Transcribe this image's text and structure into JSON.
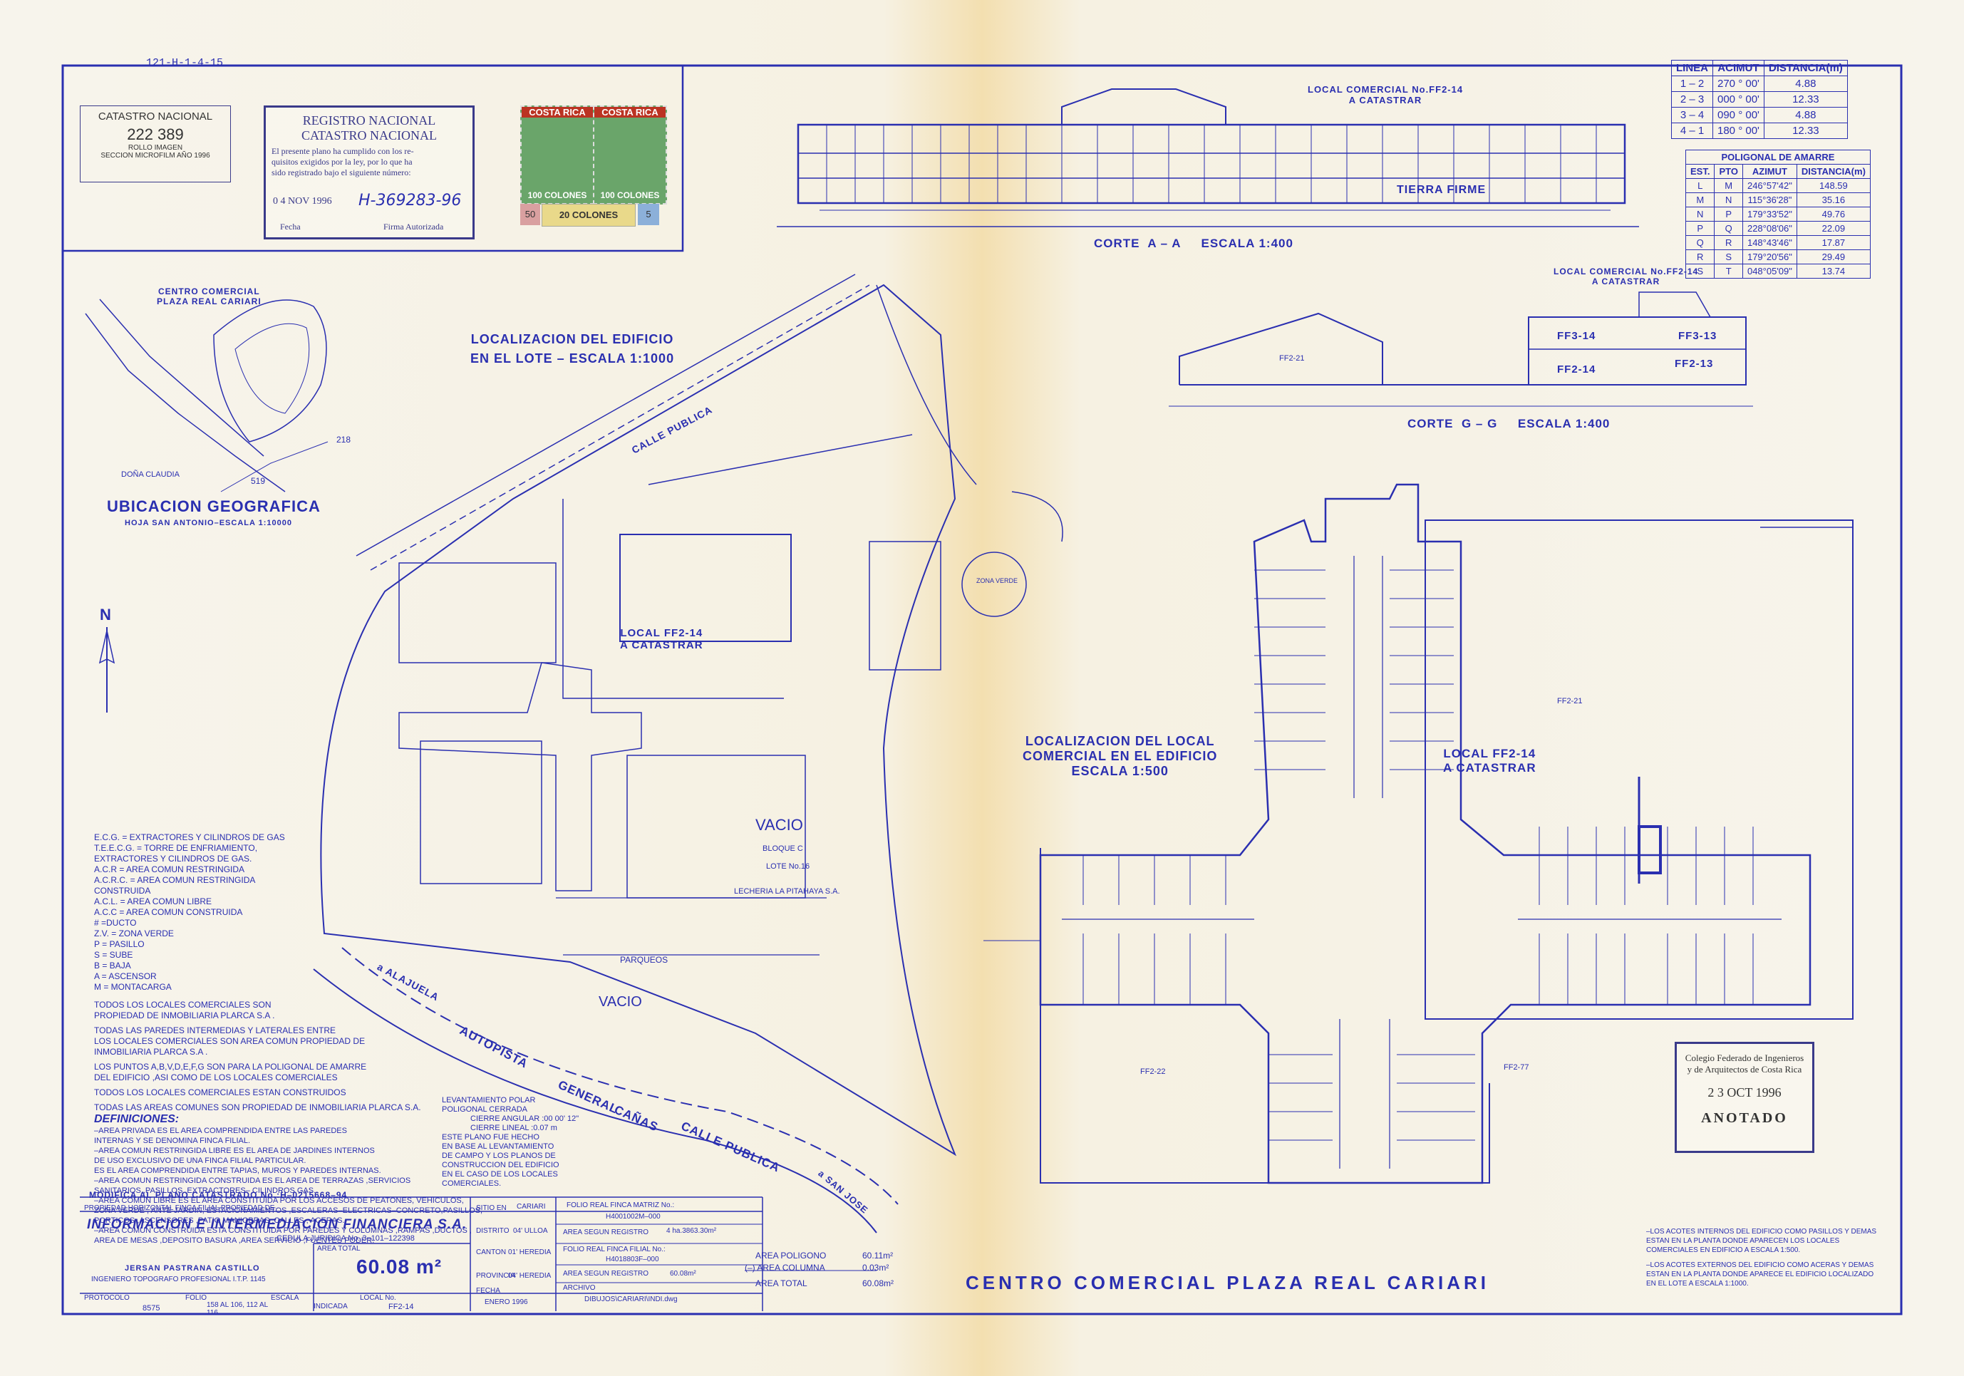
{
  "header_ref": "121-H-1-4-15",
  "catastro": {
    "title": "CATASTRO NACIONAL",
    "number": "222 389",
    "line1": "ROLLO IMAGEN",
    "line2": "SECCION MICROFILM AÑO 1996"
  },
  "registro_stamp": {
    "line1": "REGISTRO NACIONAL",
    "line2": "CATASTRO NACIONAL",
    "body1": "El presente plano ha cumplido con los re-",
    "body2": "quisitos exigidos por la ley, por lo que ha",
    "body3": "sido registrado bajo el siguiente número:",
    "date": "0 4 NOV 1996",
    "number": "H-369283-96",
    "fecha_label": "Fecha",
    "firma_label": "Firma Autorizada"
  },
  "stamps": {
    "country": "COSTA RICA",
    "value1": "100 COLONES",
    "value2": "100 COLONES",
    "value3": "20 COLONES",
    "value4": "50",
    "value5": "5"
  },
  "corte_aa": {
    "title": "CORTE  A – A     ESCALA 1:400",
    "local_label": "LOCAL COMERCIAL No.FF2-14",
    "local_sub": "A CATASTRAR",
    "tierra": "TIERRA FIRME"
  },
  "corte_gg": {
    "title": "CORTE  G – G     ESCALA 1:400",
    "local_label": "LOCAL COMERCIAL No.FF2-14",
    "local_sub": "A CATASTRAR",
    "ff314": "FF3-14",
    "ff313": "FF3-13",
    "ff214": "FF2-14",
    "ff213": "FF2-13",
    "ff221": "FF2-21"
  },
  "azimut_table": {
    "headers": [
      "LINEA",
      "ACIMUT",
      "DISTANCIA(m)"
    ],
    "rows": [
      [
        "1 – 2",
        "270 ° 00'",
        "4.88"
      ],
      [
        "2 – 3",
        "000 ° 00'",
        "12.33"
      ],
      [
        "3 – 4",
        "090 ° 00'",
        "4.88"
      ],
      [
        "4 – 1",
        "180 ° 00'",
        "12.33"
      ]
    ]
  },
  "poligonal_table": {
    "title": "POLIGONAL DE AMARRE",
    "headers": [
      "EST.",
      "PTO",
      "AZIMUT",
      "DISTANCIA(m)"
    ],
    "rows": [
      [
        "L",
        "M",
        "246°57'42\"",
        "148.59"
      ],
      [
        "M",
        "N",
        "115°36'28\"",
        "35.16"
      ],
      [
        "N",
        "P",
        "179°33'52\"",
        "49.76"
      ],
      [
        "P",
        "Q",
        "228°08'06\"",
        "22.09"
      ],
      [
        "Q",
        "R",
        "148°43'46\"",
        "17.87"
      ],
      [
        "R",
        "S",
        "179°20'56\"",
        "29.49"
      ],
      [
        "S",
        "T",
        "048°05'09\"",
        "13.74"
      ]
    ]
  },
  "ubicacion": {
    "map_title1": "CENTRO COMERCIAL",
    "map_title2": "PLAZA REAL CARIARI",
    "title": "UBICACION GEOGRAFICA",
    "subtitle": "HOJA SAN ANTONIO–ESCALA 1:10000",
    "doña": "DOÑA CLAUDIA",
    "n519": "519",
    "n218": "218"
  },
  "localizacion_edificio": {
    "line1": "LOCALIZACION DEL EDIFICIO",
    "line2": "EN EL LOTE – ESCALA 1:1000",
    "calle": "CALLE PUBLICA",
    "vacio1": "VACIO",
    "vacio2": "VACIO",
    "bloque": "BLOQUE C",
    "lote": "LOTE No.16",
    "lecheria": "LECHERIA LA PITAHAYA S.A.",
    "local": "LOCAL FF2-14",
    "local_sub": "A CATASTRAR",
    "zona_verde": "ZONA VERDE",
    "autopista": "AUTOPISTA",
    "general": "GENERAL",
    "canas": "CAÑAS",
    "calle2": "CALLE PUBLICA",
    "alajuela": "a ALAJUELA",
    "san_jose": "a SAN JOSE",
    "parqueos": "PARQUEOS"
  },
  "localizacion_local": {
    "line1": "LOCALIZACION DEL LOCAL",
    "line2": "COMERCIAL EN EL EDIFICIO",
    "line3": "ESCALA  1:500",
    "local": "LOCAL FF2-14",
    "local_sub": "A CATASTRAR",
    "ff221": "FF2-21",
    "ff222": "FF2-22",
    "ff277": "FF2-77"
  },
  "legend": {
    "lines": [
      "E.C.G. = EXTRACTORES Y CILINDROS DE GAS",
      "T.E.E.C.G. = TORRE DE ENFRIAMIENTO,",
      "EXTRACTORES Y CILINDROS DE GAS.",
      "A.C.R = AREA COMUN RESTRINGIDA",
      "A.C.R.C. = AREA COMUN RESTRINGIDA",
      "CONSTRUIDA",
      "A.C.L. = AREA COMUN LIBRE",
      "A.C.C = AREA COMUN CONSTRUIDA",
      "# =DUCTO",
      "Z.V. = ZONA VERDE",
      "P = PASILLO",
      "S = SUBE",
      "B = BAJA",
      "A = ASCENSOR",
      "M = MONTACARGA"
    ],
    "notes": [
      "TODOS LOS LOCALES COMERCIALES SON",
      "PROPIEDAD DE INMOBILIARIA PLARCA S.A .",
      "TODAS LAS PAREDES INTERMEDIAS Y LATERALES ENTRE",
      "LOS LOCALES COMERCIALES SON AREA COMUN PROPIEDAD DE",
      "INMOBILIARIA PLARCA S.A .",
      "LOS PUNTOS A,B,V,D,E,F,G SON PARA LA POLIGONAL DE AMARRE",
      "DEL EDIFICIO ,ASI COMO DE LOS LOCALES COMERCIALES",
      "TODOS LOS LOCALES COMERCIALES ESTAN CONSTRUIDOS",
      "TODAS LAS AREAS COMUNES SON PROPIEDAD DE INMOBILIARIA PLARCA S.A."
    ],
    "def_title": "DEFINICIONES:",
    "defs": [
      "–AREA PRIVADA ES EL AREA COMPRENDIDA ENTRE LAS PAREDES",
      "INTERNAS Y SE DENOMINA FINCA FILIAL.",
      "–AREA COMUN RESTRINGIDA LIBRE ES EL AREA DE JARDINES INTERNOS",
      "DE USO EXCLUSIVO DE UNA FINCA FILIAL PARTICULAR.",
      "ES EL AREA COMPRENDIDA ENTRE TAPIAS, MUROS Y PAREDES INTERNAS.",
      "–AREA COMUN RESTRINGIDA CONSTRUIDA ES EL AREA DE TERRAZAS ,SERVICIOS",
      "SANITARIOS ,PASILLOS ,EXTRACTORES– CILINDROS GAS.",
      "–AREA COMUN LIBRE ES EL AREA CONSTITUIDA POR LOS ACCESOS DE PEATONES, VEHICULOS,",
      "ZONA VERDE , ANTE JARDIN, ESTACIONAMIENTOS ,ESCALERAS–ELECTRICAS–CONCRETO,PASILLOS,",
      "PORTICOS ,ASCENSORES ,PATIO MANIOBRAS ,CALLES , ACERAS.",
      "–AREA COMUN CONSTRUIDA ESTA CONSTITUIDA POR PAREDES Y COLUMNAS ,RAMPAS ,DUCTOS ,",
      "AREA DE MESAS ,DEPOSITO BASURA ,AREA SERVICIO ,FUENTES PODER."
    ],
    "levant": [
      "LEVANTAMIENTO POLAR",
      "POLIGONAL CERRADA",
      "CIERRE ANGULAR :00 00' 12\"",
      "CIERRE LINEAL :0.07 m",
      "ESTE PLANO FUE HECHO",
      "EN BASE AL LEVANTAMIENTO",
      "DE CAMPO Y LOS PLANOS DE",
      "CONSTRUCCION DEL EDIFICIO",
      "EN EL CASO DE LOS LOCALES",
      "COMERCIALES."
    ]
  },
  "title_block": {
    "modificacion": "MODIFICA AL PLANO CATASTRADO No.:H–0215668–94",
    "propiedad": "PROPIEDAD HORIZONTAL FINCA FILIAL PROPIEDAD DE",
    "owner": "INFORMACION E INTERMEDIACION FINANCIERA S.A.",
    "cedula": "CEDULA JURIDICA No. 3–101–122398",
    "area_label": "AREA TOTAL",
    "area_value": "60.08 m²",
    "engineer": "JERSAN PASTRANA CASTILLO",
    "engineer_title": "INGENIERO TOPOGRAFO PROFESIONAL I.T.P. 1145",
    "protocolo_label": "PROTOCOLO",
    "protocolo": "8575",
    "folio_label": "FOLIO",
    "folio": "158 AL 106, 112 AL 116",
    "escala_label": "ESCALA",
    "escala": "INDICADA",
    "local_label": "LOCAL No.",
    "local": "FF2-14",
    "sitio_label": "SITIO EN",
    "sitio": "CARIARI",
    "distrito_label": "DISTRITO",
    "distrito": "04' ULLOA",
    "canton_label": "CANTON",
    "canton": "01' HEREDIA",
    "provincia_label": "PROVINCIA",
    "provincia": "04' HEREDIA",
    "fecha_label": "FECHA",
    "fecha": "ENERO 1996",
    "folio_matriz_label": "FOLIO REAL FINCA MATRIZ No.:",
    "folio_matriz": "H4001002M–000",
    "area_registro_label": "AREA SEGUN REGISTRO",
    "area_registro": "4 ha.3863.30m²",
    "folio_filial_label": "FOLIO REAL FINCA FILIAL No.:",
    "folio_filial": "H4018803F–000",
    "area_registro2": "60.08m²",
    "archivo_label": "ARCHIVO",
    "archivo": "DIBUJOS\\CARIARI\\INDI.dwg"
  },
  "areas": {
    "poligono_label": "AREA POLIGONO",
    "poligono": "60.11m²",
    "columna_label": "(–) AREA COLUMNA",
    "columna": "0.03m²",
    "total_label": "AREA TOTAL",
    "total": "60.08m²"
  },
  "main_title": "CENTRO COMERCIAL PLAZA REAL CARIARI",
  "footnotes": [
    "–LOS ACOTES INTERNOS DEL EDIFICIO COMO PASILLOS Y DEMAS",
    "ESTAN EN LA PLANTA DONDE APARECEN LOS LOCALES",
    "COMERCIALES EN EDIFICIO A ESCALA 1:500.",
    "–LOS ACOTES EXTERNOS DEL EDIFICIO COMO ACERAS Y DEMAS",
    "ESTAN EN LA PLANTA DONDE APARECE EL EDIFICIO LOCALIZADO",
    "EN EL LOTE A ESCALA 1:1000."
  ],
  "colegio_stamp": {
    "line1": "Colegio Federado de Ingenieros",
    "line2": "y de Arquitectos de Costa Rica",
    "date": "2 3 OCT 1996",
    "anotado": "ANOTADO"
  }
}
